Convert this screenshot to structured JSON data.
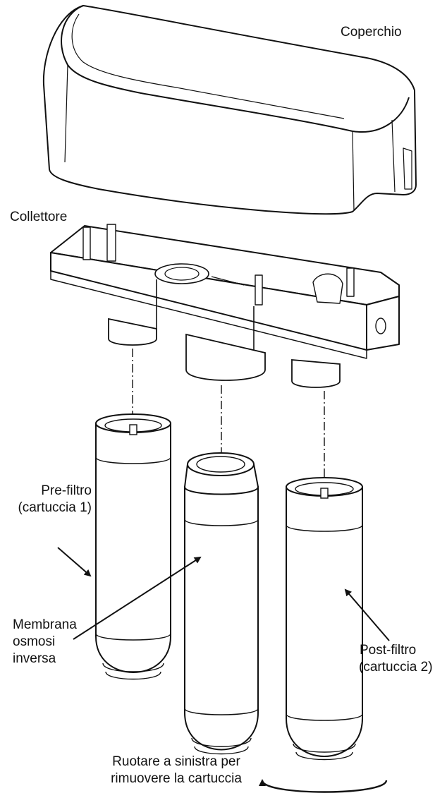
{
  "labels": {
    "cover": "Coperchio",
    "manifold": "Collettore",
    "prefilter_line1": "Pre-filtro",
    "prefilter_line2": "(cartuccia 1)",
    "membrane_line1": "Membrana",
    "membrane_line2": "osmosi",
    "membrane_line3": "inversa",
    "postfilter_line1": "Post-filtro",
    "postfilter_line2": "(cartuccia 2)",
    "instruction_line1": "Ruotare a sinistra per",
    "instruction_line2": "rimuovere la cartuccia"
  },
  "colors": {
    "line": "#111111",
    "fill": "#ffffff"
  }
}
